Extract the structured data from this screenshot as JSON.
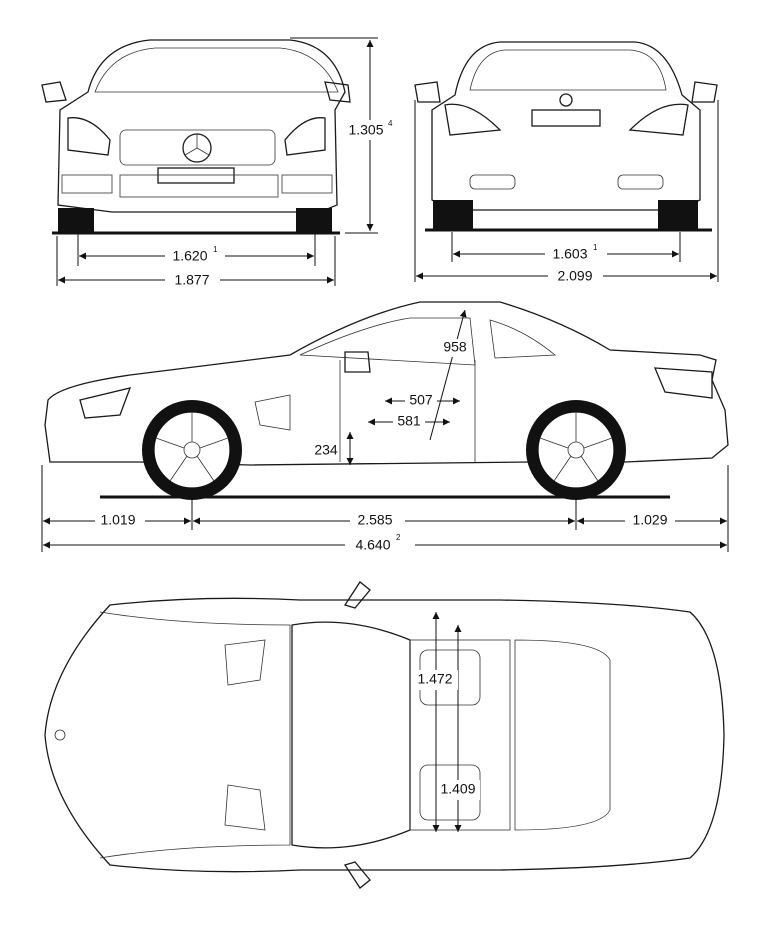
{
  "front_view": {
    "height": {
      "value": "1.305",
      "note": "4"
    },
    "track": {
      "value": "1.620",
      "note": "1"
    },
    "width": {
      "value": "1.877"
    }
  },
  "rear_view": {
    "track": {
      "value": "1.603",
      "note": "1"
    },
    "width": {
      "value": "2.099"
    }
  },
  "side_view": {
    "front_overhang": {
      "value": "1.019"
    },
    "wheelbase": {
      "value": "2.585"
    },
    "rear_overhang": {
      "value": "1.029"
    },
    "length": {
      "value": "4.640",
      "note": "2"
    },
    "headroom": {
      "value": "958"
    },
    "seat_depth": {
      "value": "507"
    },
    "legroom": {
      "value": "581"
    },
    "seat_height": {
      "value": "234"
    }
  },
  "top_view": {
    "shoulder_width": {
      "value": "1.472"
    },
    "hip_width": {
      "value": "1.409"
    }
  }
}
